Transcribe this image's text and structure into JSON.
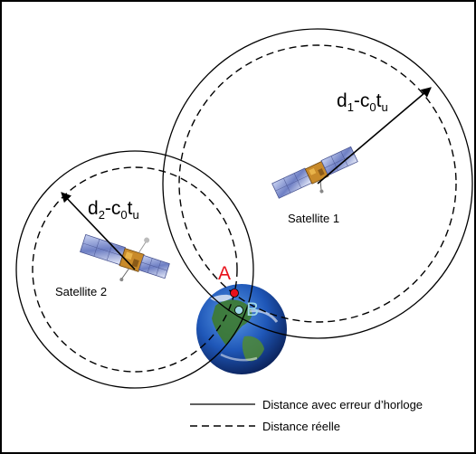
{
  "satellite_1": {
    "label": "Satellite 1",
    "range_label": {
      "d": "d",
      "d_sub": "1",
      "minus": "-c",
      "c_sub": "0",
      "t": "t",
      "t_sub": "u"
    }
  },
  "satellite_2": {
    "label": "Satellite 2",
    "range_label": {
      "d": "d",
      "d_sub": "2",
      "minus": "-c",
      "c_sub": "0",
      "t": "t",
      "t_sub": "u"
    }
  },
  "points": {
    "a": "A",
    "b": "B"
  },
  "legend": {
    "solid": "Distance avec erreur d’horloge",
    "dashed": "Distance réelle"
  },
  "colors": {
    "point_a": "#e8101a",
    "point_b": "#9fd9e8",
    "earth_ocean": "#1f57b8",
    "earth_land": "#3d7a2e",
    "panel": "#6e7fc4"
  },
  "icons": {
    "satellite": "satellite-icon",
    "earth": "earth-icon"
  }
}
